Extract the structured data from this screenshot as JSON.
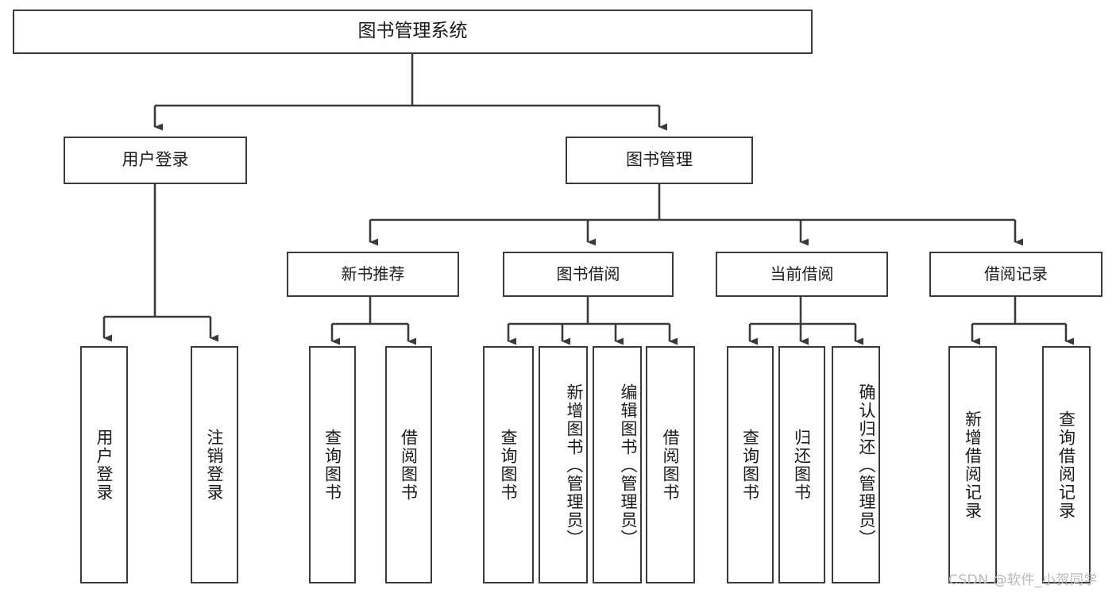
{
  "diagram": {
    "title": "图书管理系统",
    "type": "功能结构图",
    "root": {
      "label": "图书管理系统"
    },
    "level1": [
      {
        "label": "用户登录"
      },
      {
        "label": "图书管理"
      }
    ],
    "level2": [
      {
        "label": "新书推荐"
      },
      {
        "label": "图书借阅"
      },
      {
        "label": "当前借阅"
      },
      {
        "label": "借阅记录"
      }
    ],
    "leaves": {
      "user_login": [
        {
          "label": "用户登录"
        },
        {
          "label": "注销登录"
        }
      ],
      "new_book_recommend": [
        {
          "label": "查询图书"
        },
        {
          "label": "借阅图书"
        }
      ],
      "book_borrow": [
        {
          "label": "查询图书"
        },
        {
          "label": "新增图书（管理员）"
        },
        {
          "label": "编辑图书（管理员）"
        },
        {
          "label": "借阅图书"
        }
      ],
      "current_borrow": [
        {
          "label": "查询图书"
        },
        {
          "label": "归还图书"
        },
        {
          "label": "确认归还（管理员）"
        }
      ],
      "borrow_record": [
        {
          "label": "新增借阅记录"
        },
        {
          "label": "查询借阅记录"
        }
      ]
    }
  },
  "watermark": {
    "text": "CSDN @软件_小贺同学"
  },
  "colors": {
    "stroke": "#3a3a3a",
    "fill": "#ffffff",
    "text": "#1a1a1a",
    "watermark": "#b8b8b8"
  }
}
